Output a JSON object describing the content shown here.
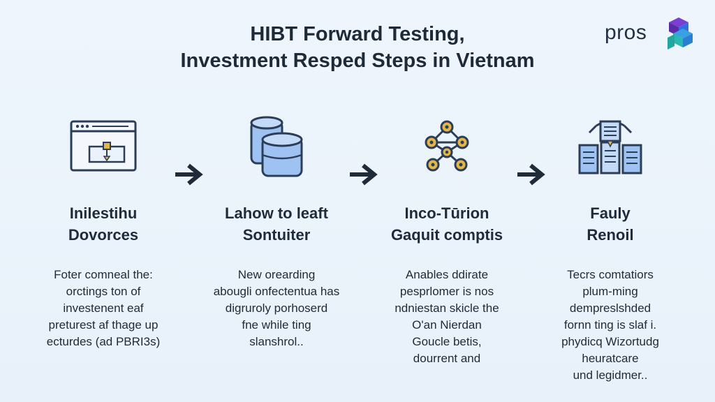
{
  "title": {
    "line1": "HIBT Forward Testing,",
    "line2": "Investment Resped Steps in Vietnam"
  },
  "logo": {
    "text": "pros",
    "icon": "stacked-cubes-logo-icon"
  },
  "colors": {
    "background": "#eaf3fb",
    "ink": "#1f2b39",
    "icon_blue": "#9ec3f2",
    "icon_stroke": "#2c3e57",
    "node_gold": "#e2b64a",
    "logo_purple": "#7a3fd1",
    "logo_teal": "#2bb8b0",
    "logo_blue": "#2f6fe0"
  },
  "steps": [
    {
      "icon": "browser-window-icon",
      "title": "Inilestihu\nDovorces",
      "desc": "Foter comneal the:\norctings ton of\ninvestenent eaf\npreturest af thage up\necturdes (ad PBRI3s)"
    },
    {
      "icon": "database-cylinders-icon",
      "title": "Lahow to leaft\nSontuiter",
      "desc": "New orearding\nabougli onfectentua has\ndigruroly porhoserd\nfne while ting\nslanshrol.."
    },
    {
      "icon": "network-nodes-icon",
      "title": "Inco-Tūrion\nGaquit comptis",
      "desc": "Anables ddirate\npesprlomer is nos\nndniestan skicle the\nO'an Nierdan\nGoucle betis,\ndourrent and"
    },
    {
      "icon": "document-stack-icon",
      "title": "Fauly\nRenoil",
      "desc": "Tecrs comtatiors\nplum-ming\ndempreslshded\nfornn ting is slaf i.\nphydicq Wizortudg\nheuratcare\nund legidmer.."
    }
  ],
  "arrows": [
    "arrow-right-icon",
    "arrow-right-icon",
    "arrow-right-icon"
  ]
}
